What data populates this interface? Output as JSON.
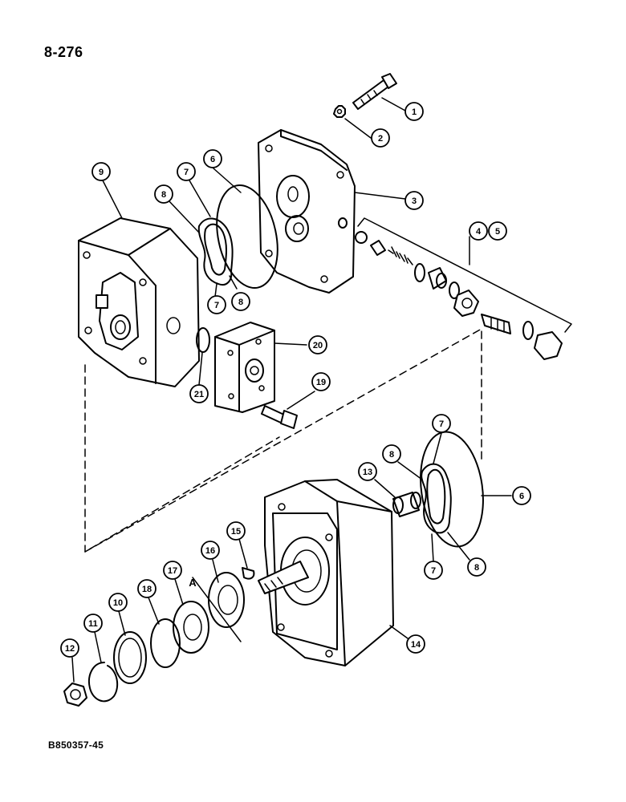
{
  "page": {
    "page_number": "8-276",
    "figure_code": "B850357-45"
  },
  "reference_letter": "A",
  "callouts": [
    {
      "key": "c1",
      "label": "1"
    },
    {
      "key": "c2",
      "label": "2"
    },
    {
      "key": "c3",
      "label": "3"
    },
    {
      "key": "c4",
      "label": "4"
    },
    {
      "key": "c5",
      "label": "5"
    },
    {
      "key": "c6a",
      "label": "6"
    },
    {
      "key": "c7a",
      "label": "7"
    },
    {
      "key": "c8a",
      "label": "8"
    },
    {
      "key": "c9",
      "label": "9"
    },
    {
      "key": "c7b",
      "label": "7"
    },
    {
      "key": "c8b",
      "label": "8"
    },
    {
      "key": "c20",
      "label": "20"
    },
    {
      "key": "c21",
      "label": "21"
    },
    {
      "key": "c19",
      "label": "19"
    },
    {
      "key": "c7c",
      "label": "7"
    },
    {
      "key": "c8c",
      "label": "8"
    },
    {
      "key": "c13",
      "label": "13"
    },
    {
      "key": "c6b",
      "label": "6"
    },
    {
      "key": "c7d",
      "label": "7"
    },
    {
      "key": "c8d",
      "label": "8"
    },
    {
      "key": "c15",
      "label": "15"
    },
    {
      "key": "c16",
      "label": "16"
    },
    {
      "key": "c17",
      "label": "17"
    },
    {
      "key": "c18",
      "label": "18"
    },
    {
      "key": "c10",
      "label": "10"
    },
    {
      "key": "c11",
      "label": "11"
    },
    {
      "key": "c12",
      "label": "12"
    },
    {
      "key": "c14",
      "label": "14"
    }
  ]
}
